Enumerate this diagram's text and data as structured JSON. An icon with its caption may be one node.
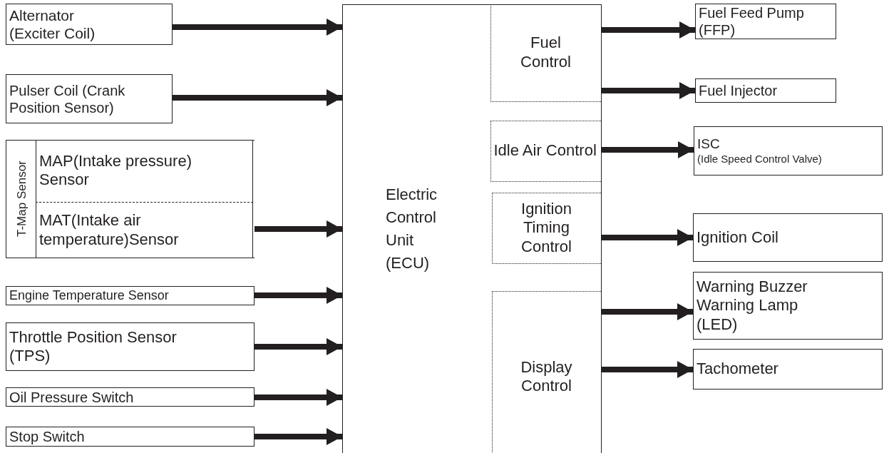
{
  "diagram": {
    "nodes": [
      {
        "text": [
          "Alternator (Exciter Coil)"
        ]
      },
      {
        "text": [
          "Pulser Coil (Crank Position Sensor)"
        ]
      },
      {
        "text": [
          "T-Map Sensor"
        ]
      },
      {
        "text": [
          "MAP(Intake pressure) Sensor"
        ],
        "in": 2
      },
      {
        "text": [
          "MAT(Intake air temperature)Sensor"
        ],
        "in": 2
      },
      {
        "text": [
          "Engine Temperature Sensor"
        ]
      },
      {
        "text": [
          "Throttle Position Sensor (TPS)"
        ]
      },
      {
        "text": [
          "Oil Pressure Switch"
        ]
      },
      {
        "text": [
          "Stop Switch"
        ]
      },
      {
        "text": [
          "Electric Control Unit (ECU)"
        ]
      },
      {
        "text": [
          "Fuel Control"
        ],
        "in": 9
      },
      {
        "text": [
          "Idle Air Control"
        ],
        "in": 9
      },
      {
        "text": [
          "Ignition Timing Control"
        ],
        "in": 9
      },
      {
        "text": [
          "Display Control"
        ],
        "in": 9
      },
      {
        "text": [
          "Fuel Feed Pump (FFP)"
        ]
      },
      {
        "text": [
          "Fuel Injector"
        ]
      },
      {
        "text": [
          "ISC",
          "(Idle Speed Control Valve)"
        ]
      },
      {
        "text": [
          "Ignition Coil"
        ]
      },
      {
        "text": [
          "Warning Buzzer Warning Lamp (LED)"
        ]
      },
      {
        "text": [
          "Tachometer"
        ]
      }
    ],
    "edges": [
      {
        "from": 0,
        "to": 9,
        "arrow": "to"
      },
      {
        "from": 1,
        "to": 9,
        "arrow": "to"
      },
      {
        "from": 4,
        "to": 9,
        "arrow": "to"
      },
      {
        "from": 5,
        "to": 9,
        "arrow": "to"
      },
      {
        "from": 6,
        "to": 9,
        "arrow": "to"
      },
      {
        "from": 7,
        "to": 9,
        "arrow": "to"
      },
      {
        "from": 8,
        "to": 9,
        "arrow": "to"
      },
      {
        "from": 10,
        "to": 14,
        "arrow": "to"
      },
      {
        "from": 10,
        "to": 15,
        "arrow": "to"
      },
      {
        "from": 11,
        "to": 16,
        "arrow": "to"
      },
      {
        "from": 12,
        "to": 17,
        "arrow": "to"
      },
      {
        "from": 13,
        "to": 18,
        "arrow": "to"
      },
      {
        "from": 13,
        "to": 19,
        "arrow": "to"
      }
    ]
  }
}
